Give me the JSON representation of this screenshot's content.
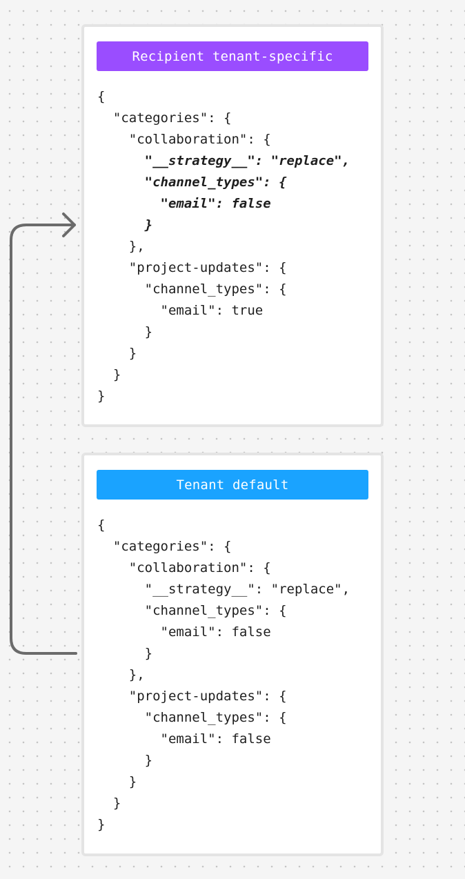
{
  "top_card": {
    "header": "Recipient tenant-specific",
    "header_color": "#9a4dff",
    "code_lines": [
      {
        "text": "{",
        "emphasis": false
      },
      {
        "text": "  \"categories\": {",
        "emphasis": false
      },
      {
        "text": "    \"collaboration\": {",
        "emphasis": false
      },
      {
        "text": "      \"__strategy__\": \"replace\",",
        "emphasis": true
      },
      {
        "text": "      \"channel_types\": {",
        "emphasis": true
      },
      {
        "text": "        \"email\": false",
        "emphasis": true
      },
      {
        "text": "      }",
        "emphasis": true
      },
      {
        "text": "    },",
        "emphasis": false
      },
      {
        "text": "    \"project-updates\": {",
        "emphasis": false
      },
      {
        "text": "      \"channel_types\": {",
        "emphasis": false
      },
      {
        "text": "        \"email\": true",
        "emphasis": false
      },
      {
        "text": "      }",
        "emphasis": false
      },
      {
        "text": "    }",
        "emphasis": false
      },
      {
        "text": "  }",
        "emphasis": false
      },
      {
        "text": "}",
        "emphasis": false
      }
    ]
  },
  "bottom_card": {
    "header": "Tenant default",
    "header_color": "#1aa3ff",
    "code_lines": [
      {
        "text": "{",
        "emphasis": false
      },
      {
        "text": "  \"categories\": {",
        "emphasis": false
      },
      {
        "text": "    \"collaboration\": {",
        "emphasis": false
      },
      {
        "text": "      \"__strategy__\": \"replace\",",
        "emphasis": false
      },
      {
        "text": "      \"channel_types\": {",
        "emphasis": false
      },
      {
        "text": "        \"email\": false",
        "emphasis": false
      },
      {
        "text": "      }",
        "emphasis": false
      },
      {
        "text": "    },",
        "emphasis": false
      },
      {
        "text": "    \"project-updates\": {",
        "emphasis": false
      },
      {
        "text": "      \"channel_types\": {",
        "emphasis": false
      },
      {
        "text": "        \"email\": false",
        "emphasis": false
      },
      {
        "text": "      }",
        "emphasis": false
      },
      {
        "text": "    }",
        "emphasis": false
      },
      {
        "text": "  }",
        "emphasis": false
      },
      {
        "text": "}",
        "emphasis": false
      }
    ]
  },
  "connector": {
    "icon": "override-arrow-icon",
    "color": "#6b6b6b"
  }
}
